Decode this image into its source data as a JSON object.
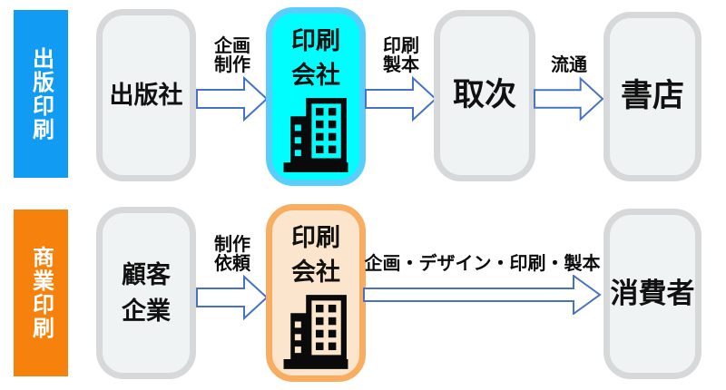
{
  "colors": {
    "publishing_banner": "#119BF2",
    "commercial_banner": "#F6820D",
    "node_fill": "#F0F3F4",
    "node_border": "#D7D8D9",
    "printer_top_fill": "#00FEFE",
    "printer_top_border": "#59CEFA",
    "printer_bottom_fill": "#FBE5CC",
    "printer_bottom_border": "#F8AD61",
    "arrow_stroke": "#4472C4"
  },
  "publishing": {
    "banner": "出版印刷",
    "publisher": "出版社",
    "printer": "印刷\n会社",
    "distributor": "取次",
    "bookstore": "書店",
    "arrow_planning": "企画\n制作",
    "arrow_printing": "印刷\n製本",
    "arrow_distribution": "流通"
  },
  "commercial": {
    "banner": "商業印刷",
    "client": "顧客\n企業",
    "printer": "印刷\n会社",
    "consumer": "消費者",
    "arrow_request": "制作\n依頼",
    "arrow_full_service": "企画・デザイン・印刷・製本"
  },
  "icons": {
    "building": "office-building"
  }
}
